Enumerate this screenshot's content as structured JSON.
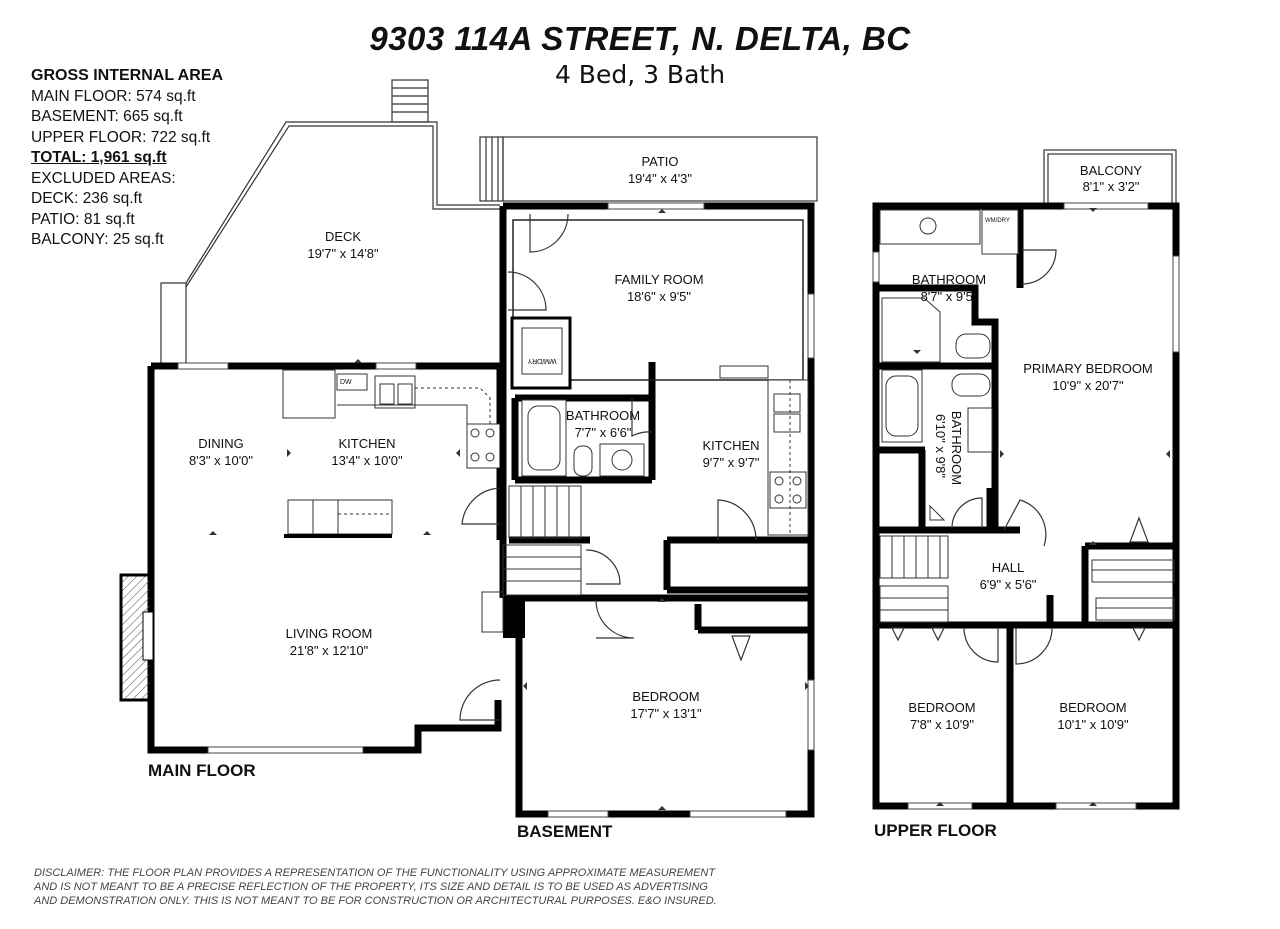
{
  "header": {
    "address": "9303 114A STREET, N. DELTA, BC",
    "summary": "4 Bed, 3 Bath"
  },
  "area": {
    "heading": "GROSS INTERNAL AREA",
    "main_floor": "MAIN FLOOR: 574 sq.ft",
    "basement": "BASEMENT: 665 sq.ft",
    "upper_floor": "UPPER FLOOR: 722 sq.ft",
    "total": "TOTAL: 1,961 sq.ft",
    "excluded_heading": "EXCLUDED AREAS:",
    "deck": "DECK: 236 sq.ft",
    "patio": "PATIO: 81 sq.ft",
    "balcony": "BALCONY: 25 sq.ft"
  },
  "floors": {
    "main": "MAIN FLOOR",
    "basement": "BASEMENT",
    "upper": "UPPER FLOOR"
  },
  "rooms": {
    "deck": {
      "name": "DECK",
      "dims": "19'7\" x 14'8\""
    },
    "patio": {
      "name": "PATIO",
      "dims": "19'4\" x 4'3\""
    },
    "family_room": {
      "name": "FAMILY ROOM",
      "dims": "18'6\" x 9'5\""
    },
    "dining": {
      "name": "DINING",
      "dims": "8'3\" x 10'0\""
    },
    "kitchen_main": {
      "name": "KITCHEN",
      "dims": "13'4\" x 10'0\""
    },
    "bathroom_base": {
      "name": "BATHROOM",
      "dims": "7'7\" x 6'6\""
    },
    "kitchen_base": {
      "name": "KITCHEN",
      "dims": "9'7\" x 9'7\""
    },
    "living_room": {
      "name": "LIVING ROOM",
      "dims": "21'8\" x 12'10\""
    },
    "bedroom_base": {
      "name": "BEDROOM",
      "dims": "17'7\" x 13'1\""
    },
    "balcony": {
      "name": "BALCONY",
      "dims": "8'1\" x 3'2\""
    },
    "bathroom_upper": {
      "name": "BATHROOM",
      "dims": "8'7\" x 9'5\""
    },
    "primary_bedroom": {
      "name": "PRIMARY BEDROOM",
      "dims": "10'9\" x 20'7\""
    },
    "bathroom_ensuite": {
      "name": "BATHROOM",
      "dims": "6'10\" x 9'8\""
    },
    "hall": {
      "name": "HALL",
      "dims": "6'9\" x 5'6\""
    },
    "bedroom_upper_left": {
      "name": "BEDROOM",
      "dims": "7'8\" x 10'9\""
    },
    "bedroom_upper_right": {
      "name": "BEDROOM",
      "dims": "10'1\" x 10'9\""
    }
  },
  "fixtures": {
    "washer_dryer_1": "WM/DRY",
    "washer_dryer_2": "WM/DRY",
    "dishwasher": "DW"
  },
  "disclaimer": {
    "line1": "DISCLAIMER: THE FLOOR PLAN PROVIDES A REPRESENTATION OF THE FUNCTIONALITY USING APPROXIMATE MEASUREMENT",
    "line2": "AND IS NOT MEANT TO BE A PRECISE REFLECTION OF THE PROPERTY, ITS SIZE AND DETAIL IS TO BE USED AS ADVERTISING",
    "line3": "AND DEMONSTRATION ONLY. THIS IS NOT MEANT TO BE FOR CONSTRUCTION OR ARCHITECTURAL PURPOSES. E&O INSURED."
  }
}
